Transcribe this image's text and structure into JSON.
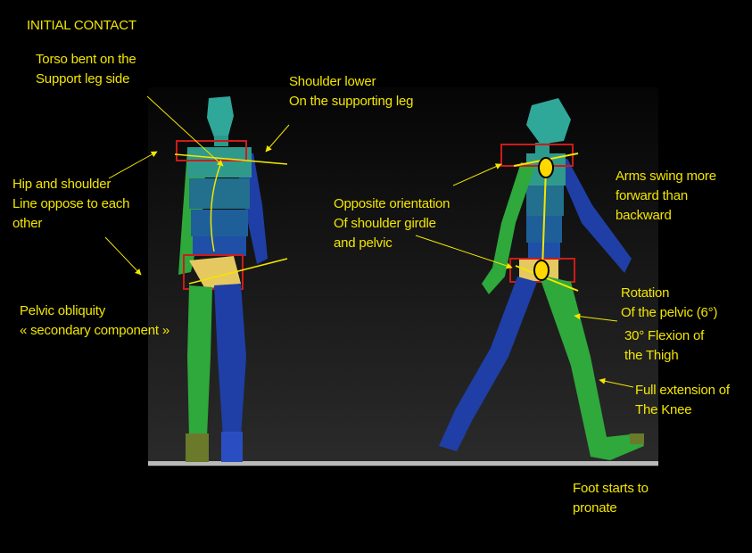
{
  "title": "INITIAL CONTACT",
  "colors": {
    "background": "#000000",
    "panel": "#1b1b1b",
    "annotation": "#f2e600",
    "marker": "#ffd800",
    "figure_green": "#2fa83c",
    "figure_blue": "#1f3fa6",
    "figure_teal": "#2fa89a",
    "pelvis_box": "#e6c860",
    "highlight_box": "#cc1b1b",
    "floor": "#b9b9b9"
  },
  "annotations": {
    "torso": [
      "Torso bent on the",
      "Support leg side"
    ],
    "shoulder": [
      "Shoulder lower",
      "On the supporting leg"
    ],
    "hip_shoulder": [
      "Hip and shoulder",
      "Line oppose to each",
      "other"
    ],
    "pelvic_obliquity": [
      "Pelvic obliquity",
      "« secondary component »"
    ],
    "opposite": [
      "Opposite orientation",
      "Of shoulder girdle",
      "and pelvic"
    ],
    "arms": [
      "Arms swing more",
      "forward than",
      "backward"
    ],
    "rotation": [
      "Rotation",
      "Of the pelvic (6°)"
    ],
    "flexion": [
      "30° Flexion of",
      "the Thigh"
    ],
    "extension": [
      "Full extension of",
      "The Knee"
    ],
    "foot": [
      "Foot starts to",
      "pronate"
    ]
  }
}
